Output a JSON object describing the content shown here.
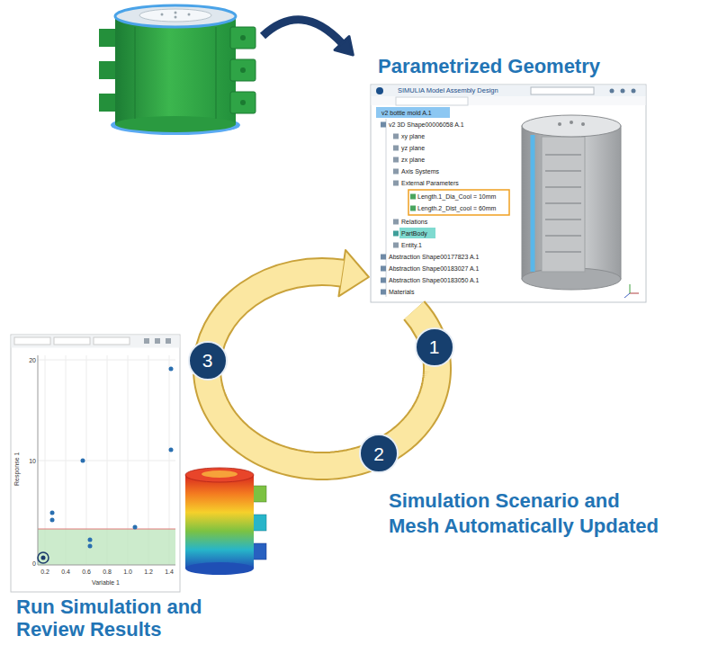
{
  "diagram": {
    "nodes": [
      {
        "text": [
          "1"
        ]
      },
      {
        "text": [
          "2"
        ]
      },
      {
        "text": [
          "3"
        ]
      }
    ],
    "edges": [
      {
        "from": 0,
        "to": 1,
        "arrow": "none"
      },
      {
        "from": 1,
        "to": 2,
        "arrow": "none"
      }
    ],
    "labels": [
      "Parametrized Geometry",
      "Simulation Scenario and Mesh Automatically Updated",
      "Run Simulation and Review Results",
      "SIMULIA Model Assembly Design",
      "v2 bottle mold A.1",
      "v2 3D Shape00006058 A.1",
      "xy plane",
      "yz plane",
      "zx plane",
      "Axis Systems",
      "External Parameters",
      "Length.1_Dia_Cool = 10mm",
      "Length.2_Dist_cool = 60mm",
      "Relations",
      "PartBody",
      "Entity.1",
      "Abstraction Shape00177823 A.1",
      "Abstraction Shape00183027 A.1",
      "Abstraction Shape00183050 A.1",
      "Materials",
      "Response 1",
      "0",
      "10",
      "20",
      "0.2",
      "0.4",
      "0.6",
      "0.8",
      "1.0",
      "1.2",
      "1.4",
      "Variable 1"
    ]
  }
}
